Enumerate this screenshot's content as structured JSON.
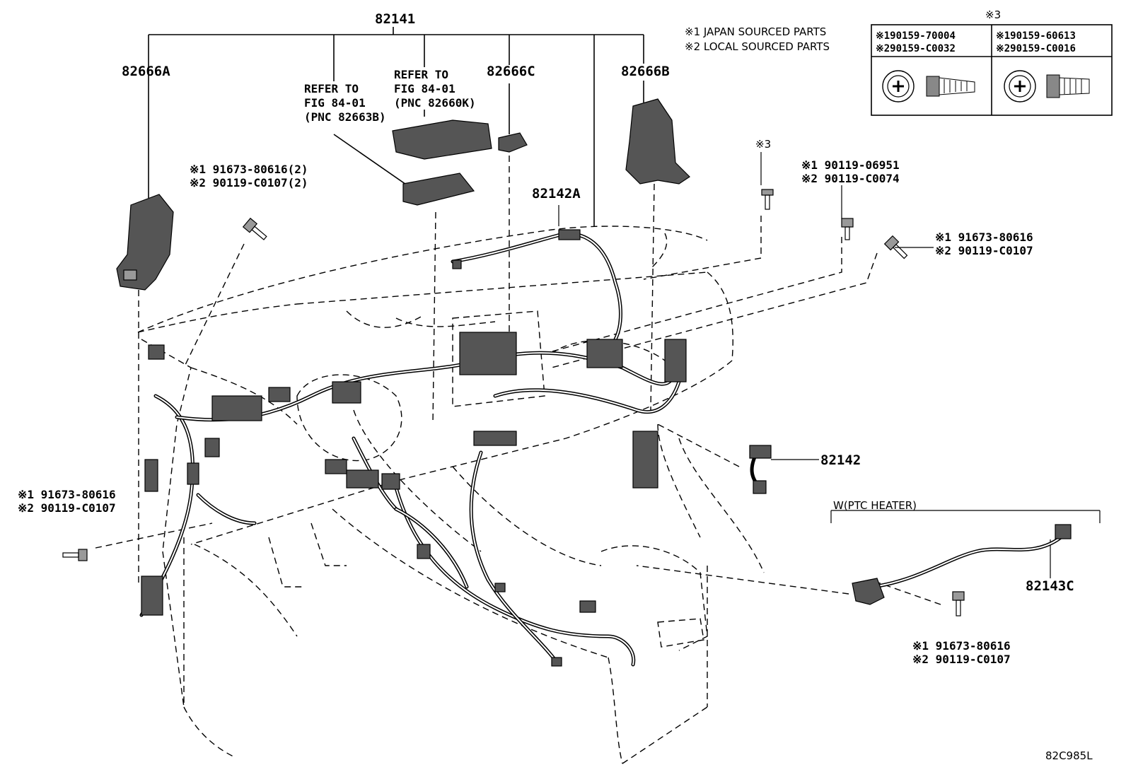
{
  "labels": {
    "main_harness": "82141",
    "bracket_a": "82666A",
    "bracket_b": "82666B",
    "bracket_c": "82666C",
    "harness_82142a": "82142A",
    "harness_82142": "82142",
    "harness_82143c": "82143C",
    "figure_code": "82C985L"
  },
  "refer_notes": [
    {
      "line1": "REFER TO",
      "line2": "FIG 84-01",
      "line3": "(PNC 82663B)"
    },
    {
      "line1": "REFER TO",
      "line2": "FIG 84-01",
      "line3": "(PNC 82660K)"
    }
  ],
  "legend": {
    "japan": "※1 JAPAN SOURCED PARTS",
    "local": "※2 LOCAL SOURCED PARTS",
    "box_title": "※3",
    "box_col1_a": "※190159-70004",
    "box_col1_b": "※290159-C0032",
    "box_col2_a": "※190159-60613",
    "box_col2_b": "※290159-C0016"
  },
  "fasteners": {
    "bolt_left_top_1": "※1 91673-80616(2)",
    "bolt_left_top_2": "※2 90119-C0107(2)",
    "bolt_left_mid_1": "※1 91673-80616",
    "bolt_left_mid_2": "※2 90119-C0107",
    "screw_center_mark": "※3",
    "bolt_right_1a": "※1 90119-06951",
    "bolt_right_1b": "※2 90119-C0074",
    "bolt_right_2a": "※1 91673-80616",
    "bolt_right_2b": "※2 90119-C0107",
    "bolt_bottom_1": "※1 91673-80616",
    "bolt_bottom_2": "※2 90119-C0107"
  },
  "ptc_heater": "W(PTC HEATER)"
}
